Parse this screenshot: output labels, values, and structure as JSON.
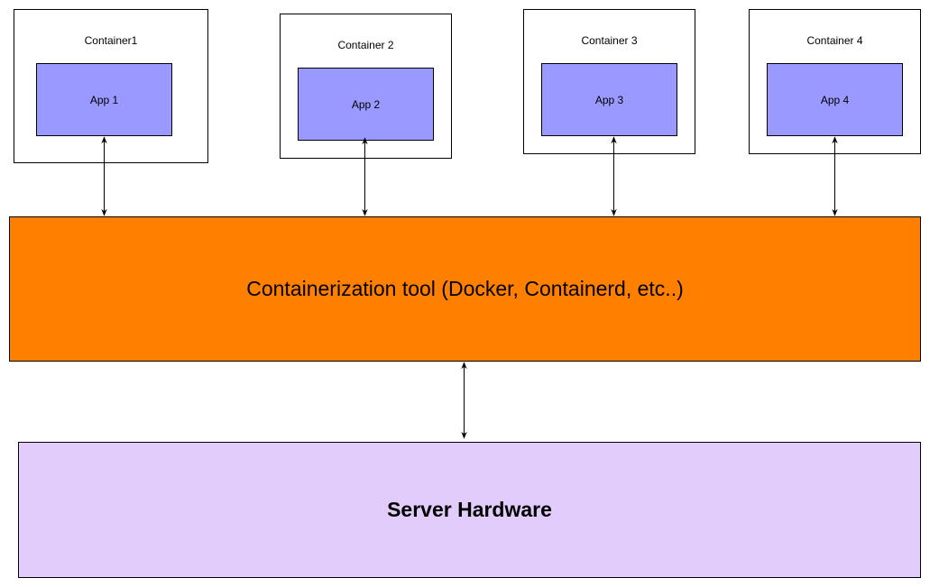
{
  "colors": {
    "app_fill": "#9999ff",
    "tool_fill": "#ff8000",
    "hardware_fill": "#e1ccfb",
    "line": "#000000"
  },
  "containers": [
    {
      "label": "Container1",
      "app_label": "App 1"
    },
    {
      "label": "Container 2",
      "app_label": "App 2"
    },
    {
      "label": "Container 3",
      "app_label": "App 3"
    },
    {
      "label": "Container 4",
      "app_label": "App 4"
    }
  ],
  "tool": {
    "label": "Containerization tool (Docker, Containerd, etc..)"
  },
  "hardware": {
    "label": "Server Hardware"
  }
}
